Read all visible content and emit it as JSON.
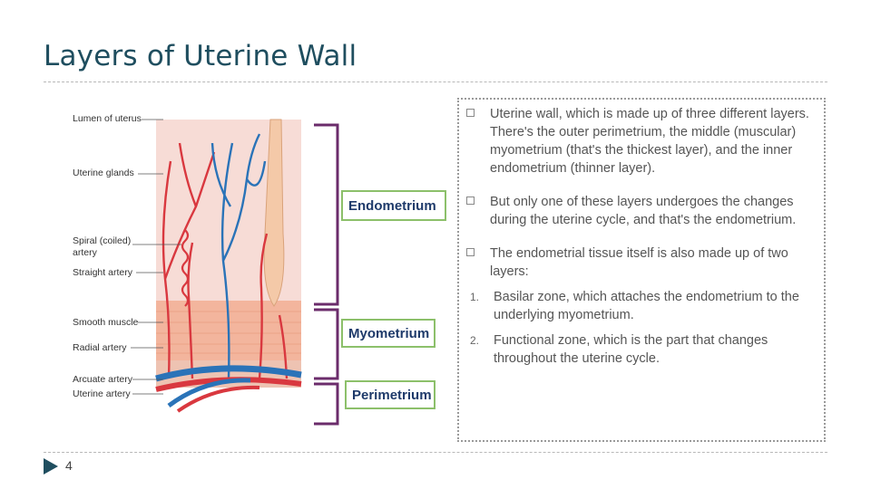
{
  "slide": {
    "title": "Layers of Uterine Wall",
    "page_number": "4"
  },
  "figure": {
    "labels": {
      "lumen": "Lumen of uterus",
      "glands": "Uterine glands",
      "spiral": "Spiral (coiled)",
      "spiral2": "artery",
      "straight": "Straight artery",
      "smooth": "Smooth muscle",
      "radial": "Radial artery",
      "arcuate": "Arcuate artery",
      "uterine_artery": "Uterine artery"
    },
    "layers": {
      "endometrium": "Endometrium",
      "myometrium": "Myometrium",
      "perimetrium": "Perimetrium"
    }
  },
  "content": {
    "bullets": [
      "Uterine wall, which is made up of three different layers. There's the outer perimetrium, the middle (muscular) myometrium (that's the thickest layer), and the inner endometrium (thinner layer).",
      "But only one of these layers undergoes the changes during the uterine cycle, and that's the endometrium.",
      "The endometrial tissue itself is also made up of two layers:"
    ],
    "numbered": [
      {
        "num": "1.",
        "text": "Basilar zone, which attaches the endometrium to the underlying myometrium."
      },
      {
        "num": "2.",
        "text": "Functional zone, which is the part that changes throughout the uterine cycle."
      }
    ]
  }
}
